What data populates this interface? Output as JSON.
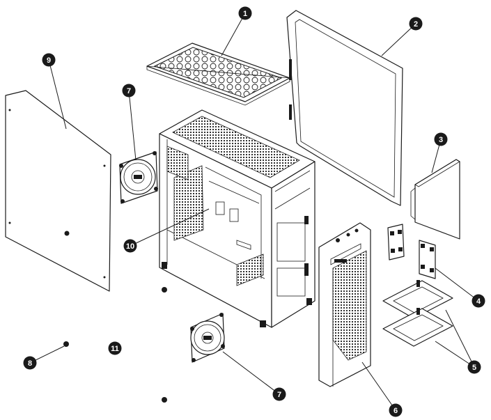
{
  "diagram": {
    "callouts": [
      {
        "id": "c1",
        "label": "1"
      },
      {
        "id": "c2",
        "label": "2"
      },
      {
        "id": "c3",
        "label": "3"
      },
      {
        "id": "c4",
        "label": "4"
      },
      {
        "id": "c5",
        "label": "5"
      },
      {
        "id": "c6",
        "label": "6"
      },
      {
        "id": "c7a",
        "label": "7"
      },
      {
        "id": "c7b",
        "label": "7"
      },
      {
        "id": "c8",
        "label": "8"
      },
      {
        "id": "c9",
        "label": "9"
      },
      {
        "id": "c10",
        "label": "10"
      },
      {
        "id": "c11",
        "label": "11"
      }
    ]
  }
}
